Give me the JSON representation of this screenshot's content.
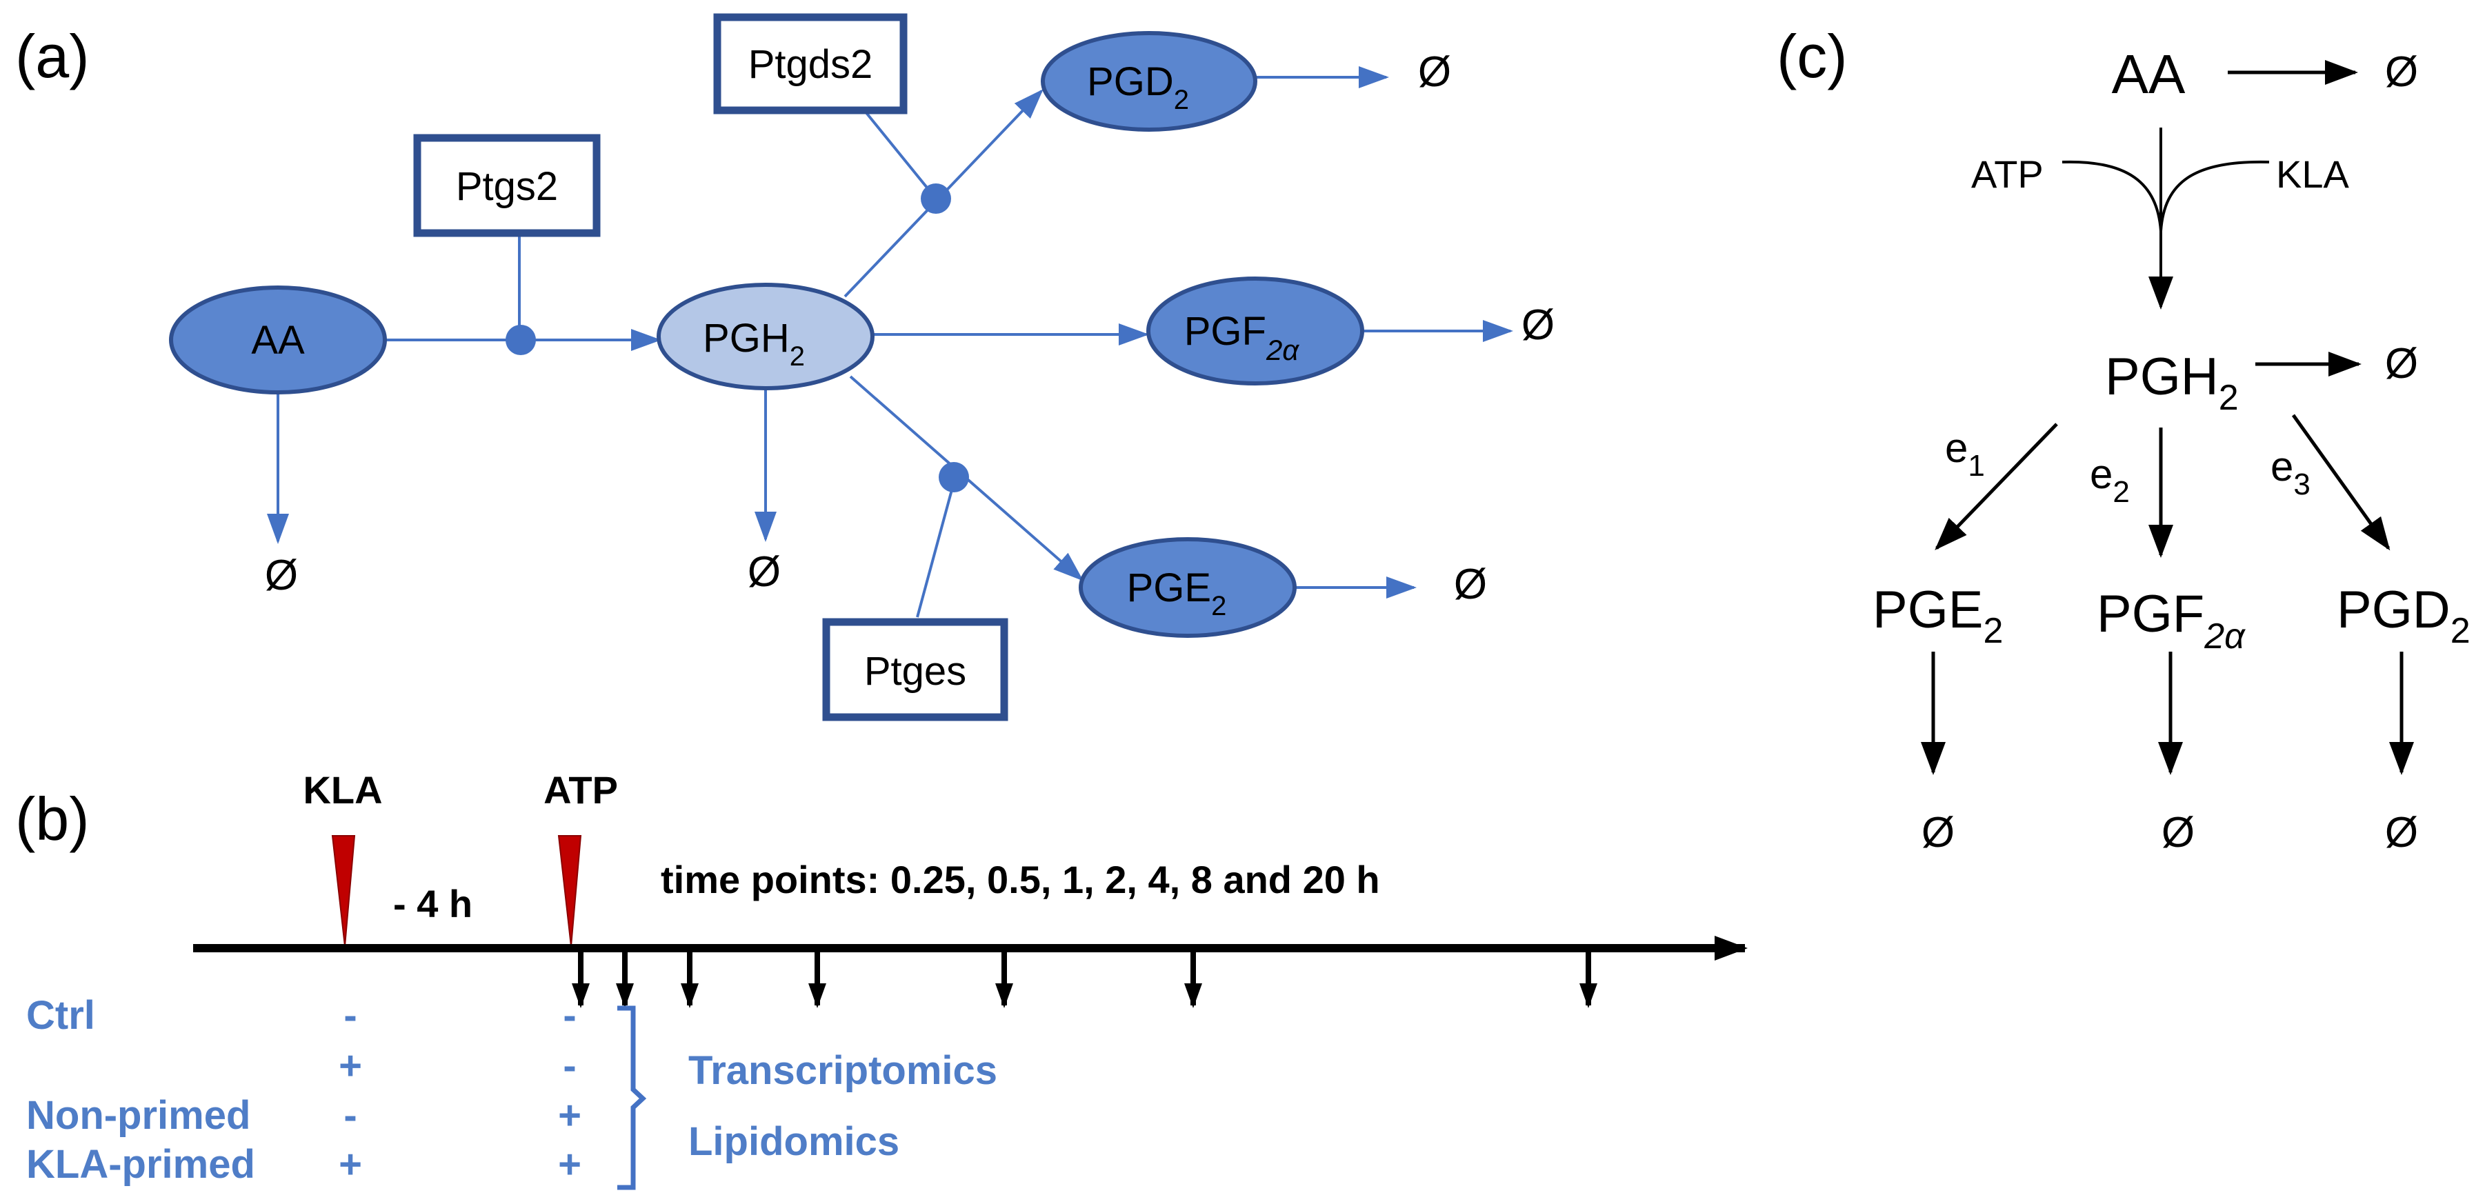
{
  "panels": {
    "a": "(a)",
    "b": "(b)",
    "c": "(c)"
  },
  "colors": {
    "node_fill": "#5b86cf",
    "node_fill_light": "#b4c7e7",
    "node_stroke": "#2f4f8f",
    "enzyme_box_stroke": "#2f4f8f",
    "edge": "#4472c4",
    "group_text": "#4f7dc7",
    "trigger": "#c00000"
  },
  "panel_a": {
    "AA": "AA",
    "PGH2_base": "PGH",
    "PGH2_sub": "2",
    "PGD2_base": "PGD",
    "PGD2_sub": "2",
    "PGF2a_base": "PGF",
    "PGF2a_sub": "2α",
    "PGE2_base": "PGE",
    "PGE2_sub": "2",
    "Ptgs2": "Ptgs2",
    "Ptgds2": "Ptgds2",
    "Ptges": "Ptges",
    "null_symbol": "Ø"
  },
  "panel_b": {
    "kla_label": "KLA",
    "atp_label": "ATP",
    "interval": "- 4 h",
    "time_points": "time points: 0.25, 0.5, 1, 2, 4, 8 and 20 h",
    "groups": [
      {
        "name": "Ctrl",
        "kla": "-",
        "atp": "-"
      },
      {
        "name": "",
        "kla": "+",
        "atp": "-"
      },
      {
        "name": "Non-primed",
        "kla": "-",
        "atp": "+"
      },
      {
        "name": "KLA-primed",
        "kla": "+",
        "atp": "+"
      }
    ],
    "omics": [
      "Transcriptomics",
      "Lipidomics"
    ]
  },
  "panel_c": {
    "AA": "AA",
    "ATP": "ATP",
    "KLA": "KLA",
    "PGH2_base": "PGH",
    "PGH2_sub": "2",
    "e1_base": "e",
    "e1_sub": "1",
    "e2_base": "e",
    "e2_sub": "2",
    "e3_base": "e",
    "e3_sub": "3",
    "PGE2_base": "PGE",
    "PGE2_sub": "2",
    "PGF2a_base": "PGF",
    "PGF2a_sub": "2α",
    "PGD2_base": "PGD",
    "PGD2_sub": "2",
    "null_symbol": "Ø"
  }
}
